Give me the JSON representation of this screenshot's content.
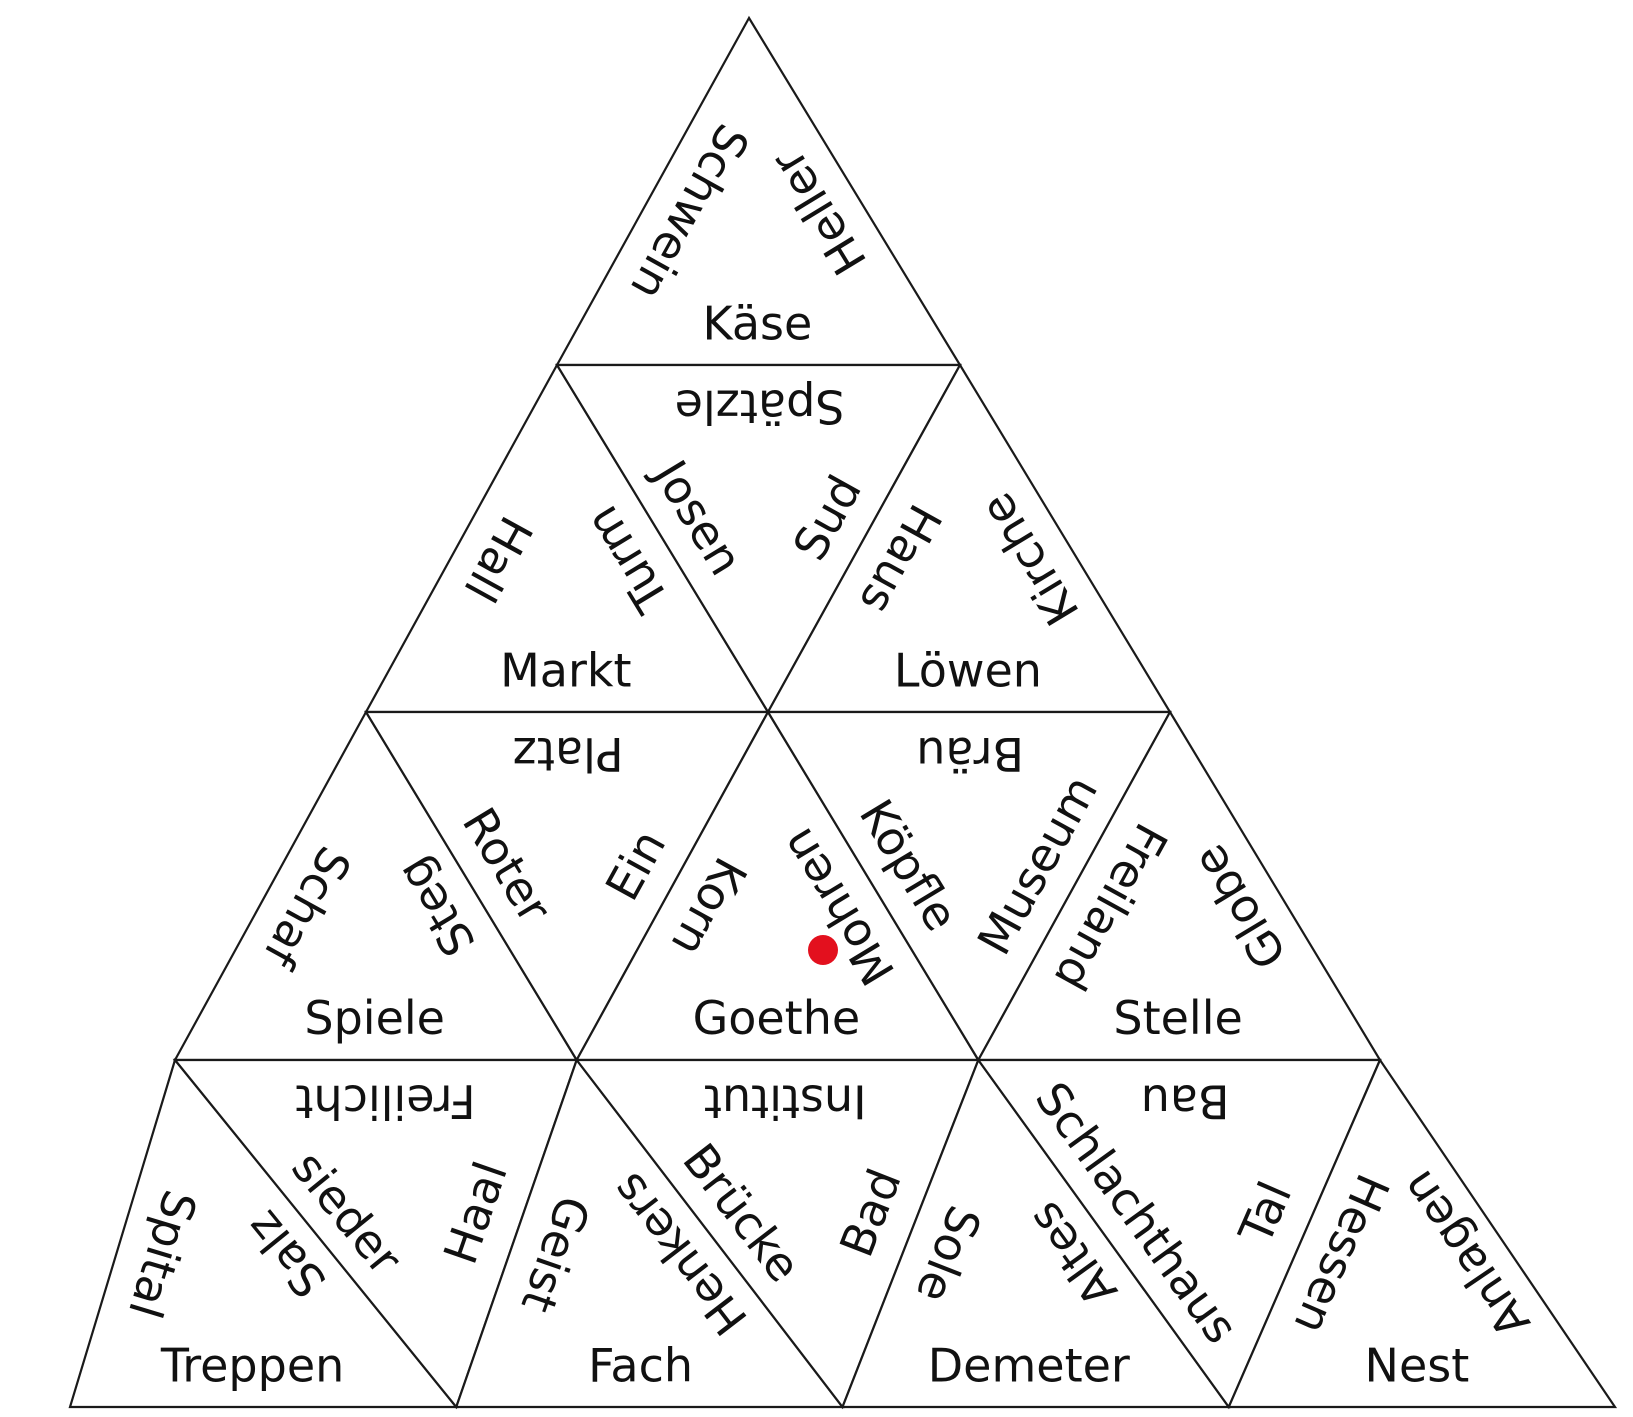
{
  "puzzle": {
    "tiles": [
      {
        "id": "r1-up-1",
        "words": [
          "Schwein",
          "Heller",
          "Käse"
        ]
      },
      {
        "id": "r2-up-1",
        "words": [
          "Hall",
          "Turm",
          "Markt"
        ]
      },
      {
        "id": "r2-down-1",
        "words": [
          "Spätzle",
          "Josen",
          "Sud"
        ]
      },
      {
        "id": "r2-up-2",
        "words": [
          "Haus",
          "Kirche",
          "Löwen"
        ]
      },
      {
        "id": "r3-up-1",
        "words": [
          "Schaf",
          "Steg",
          "Spiele"
        ]
      },
      {
        "id": "r3-down-1",
        "words": [
          "Platz",
          "Roter",
          "Ein"
        ]
      },
      {
        "id": "r3-up-2",
        "words": [
          "Korn",
          "Mohren",
          "Goethe"
        ]
      },
      {
        "id": "r3-down-2",
        "words": [
          "Bräu",
          "Köpfle",
          "Museum"
        ]
      },
      {
        "id": "r3-up-3",
        "words": [
          "Freiland",
          "Globe",
          "Stelle"
        ]
      },
      {
        "id": "r4-up-1",
        "words": [
          "Spital",
          "Salz",
          "Treppen"
        ]
      },
      {
        "id": "r4-down-1",
        "words": [
          "Freilicht",
          "sieder",
          "Haal"
        ]
      },
      {
        "id": "r4-up-2",
        "words": [
          "Geist",
          "Henkers",
          "Fach"
        ]
      },
      {
        "id": "r4-down-2",
        "words": [
          "Institut",
          "Brücke",
          "Bad"
        ]
      },
      {
        "id": "r4-up-3",
        "words": [
          "Sole",
          "Altes",
          "Demeter"
        ]
      },
      {
        "id": "r4-down-3",
        "words": [
          "Bau",
          "Schlachthaus",
          "Tal"
        ]
      },
      {
        "id": "r4-up-4",
        "words": [
          "Hessen",
          "Anlagen",
          "Nest"
        ]
      }
    ],
    "marker": {
      "color": "#e3101e"
    }
  }
}
